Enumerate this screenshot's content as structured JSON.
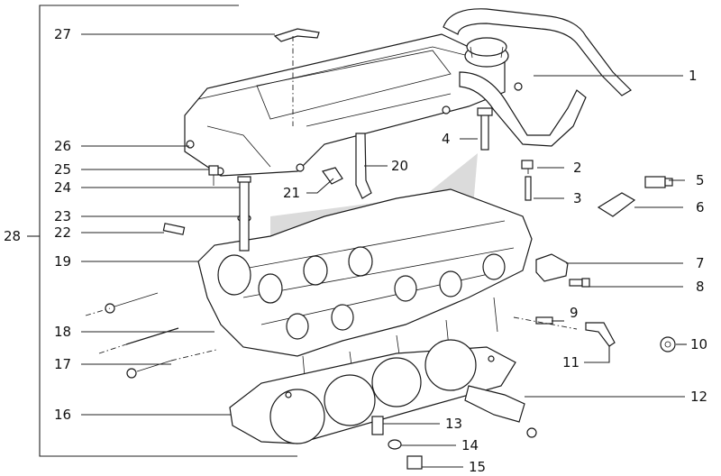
{
  "callouts": [
    {
      "id": "1",
      "text": "1"
    },
    {
      "id": "2",
      "text": "2"
    },
    {
      "id": "3",
      "text": "3"
    },
    {
      "id": "4",
      "text": "4"
    },
    {
      "id": "5",
      "text": "5"
    },
    {
      "id": "6",
      "text": "6"
    },
    {
      "id": "7",
      "text": "7"
    },
    {
      "id": "8",
      "text": "8"
    },
    {
      "id": "9",
      "text": "9"
    },
    {
      "id": "10",
      "text": "10"
    },
    {
      "id": "11",
      "text": "11"
    },
    {
      "id": "12",
      "text": "12"
    },
    {
      "id": "13",
      "text": "13"
    },
    {
      "id": "14",
      "text": "14"
    },
    {
      "id": "15",
      "text": "15"
    },
    {
      "id": "16",
      "text": "16"
    },
    {
      "id": "17",
      "text": "17"
    },
    {
      "id": "18",
      "text": "18"
    },
    {
      "id": "19",
      "text": "19"
    },
    {
      "id": "20",
      "text": "20"
    },
    {
      "id": "21",
      "text": "21"
    },
    {
      "id": "22",
      "text": "22"
    },
    {
      "id": "23",
      "text": "23"
    },
    {
      "id": "24",
      "text": "24"
    },
    {
      "id": "25",
      "text": "25"
    },
    {
      "id": "26",
      "text": "26"
    },
    {
      "id": "27",
      "text": "27"
    },
    {
      "id": "28",
      "text": "28"
    }
  ]
}
